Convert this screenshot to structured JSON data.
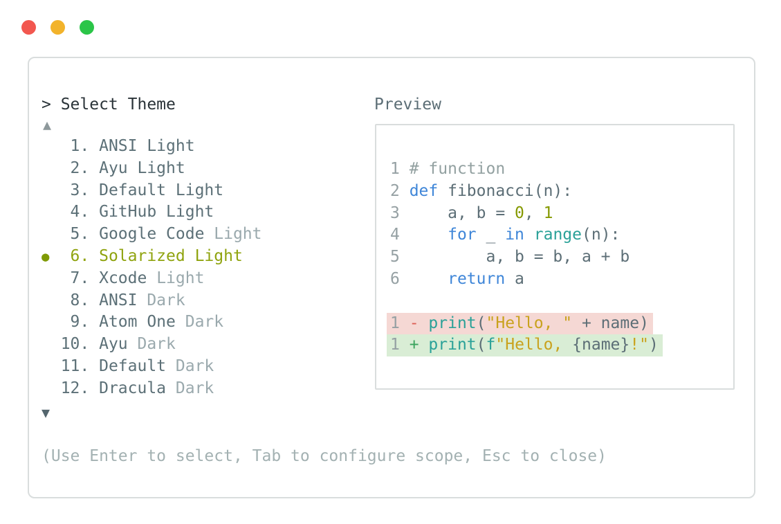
{
  "colors": {
    "accent_red": "#f2574f",
    "accent_yellow": "#f2b32b",
    "accent_green": "#2bc548",
    "border": "#d9dddd",
    "header_text": "#2a3338",
    "list_text": "#5c7077",
    "list_muted": "#9aa9ad",
    "selected_olive": "#8fa30e",
    "bullet_olive": "#7f9a04",
    "arrow_up": "#8d989b",
    "arrow_down": "#54666e",
    "help_text": "#a3b1b2",
    "code_plain": "#5c6e76",
    "code_comment": "#93a1a1",
    "code_keyword": "#3f86d8",
    "code_builtin": "#2aa198",
    "code_number": "#859900",
    "code_string": "#c9a21d",
    "code_linenum": "#95a0a3",
    "diff_minus": "#dc5f55",
    "diff_plus": "#3ba45e",
    "removed_bg": "#f5d8d4",
    "added_bg": "#d9edd5"
  },
  "window": {
    "controls": [
      "close",
      "minimize",
      "zoom"
    ]
  },
  "header": {
    "prompt": "> Select Theme",
    "preview_label": "Preview"
  },
  "arrows": {
    "up": "▲",
    "down": "▼"
  },
  "theme_list": {
    "selected_marker": "●",
    "items": [
      {
        "num": " 1.",
        "name": "ANSI Light",
        "suffix": "",
        "selected": false
      },
      {
        "num": " 2.",
        "name": "Ayu Light",
        "suffix": "",
        "selected": false
      },
      {
        "num": " 3.",
        "name": "Default Light",
        "suffix": "",
        "selected": false
      },
      {
        "num": " 4.",
        "name": "GitHub Light",
        "suffix": "",
        "selected": false
      },
      {
        "num": " 5.",
        "name": "Google Code",
        "suffix": " Light",
        "selected": false
      },
      {
        "num": " 6.",
        "name": "Solarized Light",
        "suffix": "",
        "selected": true
      },
      {
        "num": " 7.",
        "name": "Xcode",
        "suffix": " Light",
        "selected": false
      },
      {
        "num": " 8.",
        "name": "ANSI",
        "suffix": " Dark",
        "selected": false
      },
      {
        "num": " 9.",
        "name": "Atom One",
        "suffix": " Dark",
        "selected": false
      },
      {
        "num": "10.",
        "name": "Ayu",
        "suffix": " Dark",
        "selected": false
      },
      {
        "num": "11.",
        "name": "Default",
        "suffix": " Dark",
        "selected": false
      },
      {
        "num": "12.",
        "name": "Dracula",
        "suffix": " Dark",
        "selected": false
      }
    ]
  },
  "preview": {
    "lines": [
      {
        "num": "1",
        "diff": null,
        "tokens": [
          [
            "# function",
            "comment"
          ]
        ]
      },
      {
        "num": "2",
        "diff": null,
        "tokens": [
          [
            "def",
            "keyword"
          ],
          [
            " fibonacci(n):",
            "plain"
          ]
        ]
      },
      {
        "num": "3",
        "diff": null,
        "tokens": [
          [
            "    a, b = ",
            "plain"
          ],
          [
            "0",
            "number"
          ],
          [
            ", ",
            "plain"
          ],
          [
            "1",
            "number"
          ]
        ]
      },
      {
        "num": "4",
        "diff": null,
        "tokens": [
          [
            "    ",
            "plain"
          ],
          [
            "for",
            "keyword"
          ],
          [
            " _ ",
            "plain"
          ],
          [
            "in",
            "keyword"
          ],
          [
            " ",
            "plain"
          ],
          [
            "range",
            "builtin"
          ],
          [
            "(n):",
            "plain"
          ]
        ]
      },
      {
        "num": "5",
        "diff": null,
        "tokens": [
          [
            "        a, b = b, a + b",
            "plain"
          ]
        ]
      },
      {
        "num": "6",
        "diff": null,
        "tokens": [
          [
            "    ",
            "plain"
          ],
          [
            "return",
            "keyword"
          ],
          [
            " a",
            "plain"
          ]
        ]
      },
      {
        "num": "",
        "diff": null,
        "tokens": []
      },
      {
        "num": "1",
        "diff": "removed",
        "tokens": [
          [
            "- ",
            "minus"
          ],
          [
            "print",
            "builtin"
          ],
          [
            "(",
            "plain"
          ],
          [
            "\"Hello, \"",
            "string"
          ],
          [
            " + name)",
            "plain"
          ]
        ]
      },
      {
        "num": "1",
        "diff": "added",
        "tokens": [
          [
            "+ ",
            "plus"
          ],
          [
            "print",
            "builtin"
          ],
          [
            "(",
            "plain"
          ],
          [
            "f",
            "builtin"
          ],
          [
            "\"Hello, ",
            "string"
          ],
          [
            "{name}",
            "plain"
          ],
          [
            "!\"",
            "string"
          ],
          [
            ")",
            "plain"
          ]
        ]
      }
    ]
  },
  "footer": {
    "help": "(Use Enter to select, Tab to configure scope, Esc to close)"
  }
}
